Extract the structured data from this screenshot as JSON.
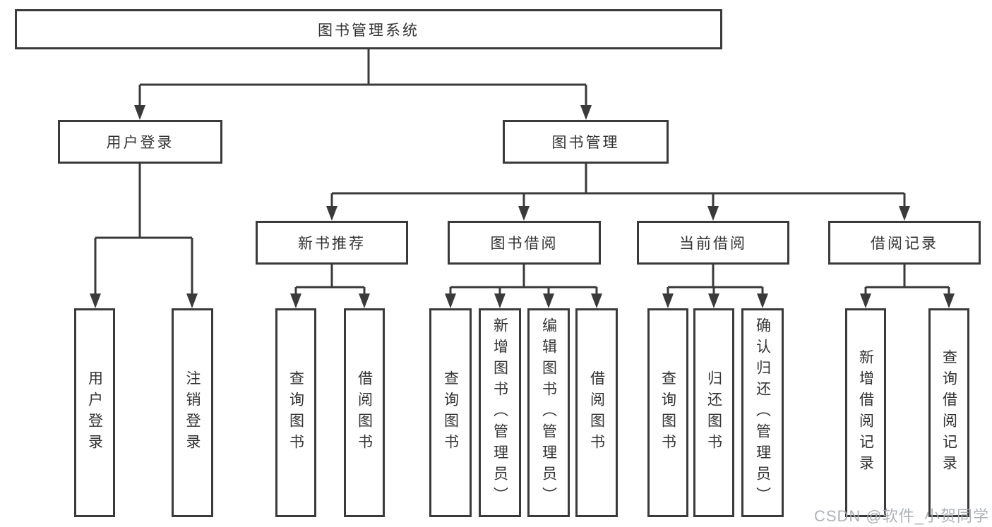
{
  "tree": {
    "root": "图书管理系统",
    "branches": [
      {
        "label": "用户登录",
        "leaves": [
          "用户登录",
          "注销登录"
        ]
      },
      {
        "label": "图书管理",
        "groups": [
          {
            "label": "新书推荐",
            "leaves": [
              "查询图书",
              "借阅图书"
            ]
          },
          {
            "label": "图书借阅",
            "leaves": [
              "查询图书",
              "新增图书（管理员）",
              "编辑图书（管理员）",
              "借阅图书"
            ]
          },
          {
            "label": "当前借阅",
            "leaves": [
              "查询图书",
              "归还图书",
              "确认归还（管理员）"
            ]
          },
          {
            "label": "借阅记录",
            "leaves": [
              "新增借阅记录",
              "查询借阅记录"
            ]
          }
        ]
      }
    ]
  },
  "watermark": "CSDN @软件_小贺同学",
  "colors": {
    "line": "#3a3a3a",
    "box_border": "#3a3a3a",
    "text": "#333333",
    "watermark": "#a7abb0",
    "background": "#ffffff"
  }
}
